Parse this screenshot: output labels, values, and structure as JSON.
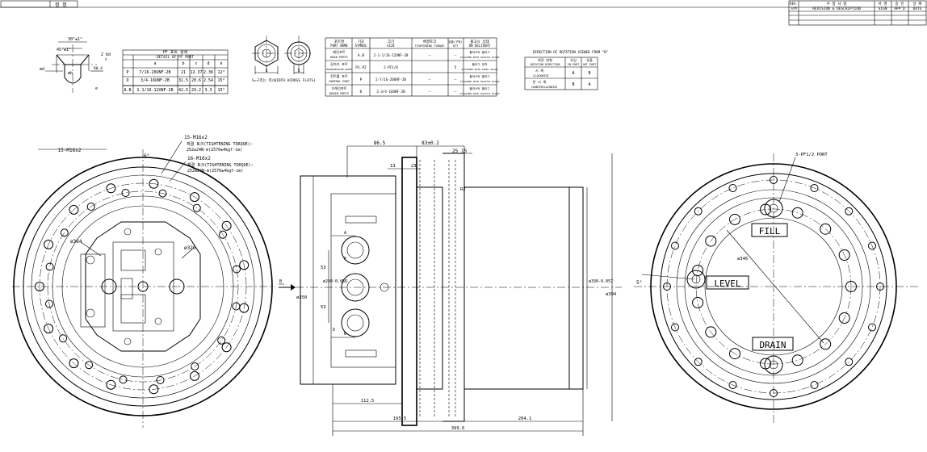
{
  "title_box": {
    "left_label": "",
    "right_label": "정 정"
  },
  "rev_block": {
    "headers": [
      {
        "top": "REV.",
        "bottom": "SYM"
      },
      {
        "top": "수 정 사 항",
        "bottom": "REVISION & DESCRIPTION"
      },
      {
        "top": "서 명",
        "bottom": "SIGN"
      },
      {
        "top": "승 인",
        "bottom": "APP'D"
      },
      {
        "top": "날 짜",
        "bottom": "DATE"
      }
    ]
  },
  "port_detail": {
    "dims": {
      "angle": "30°±1°",
      "chamfer": "45°±1°",
      "d1": "ød",
      "d2": "øb",
      "r1": "R0.4",
      "r2": "2 bd",
      "c": "c",
      "e": "e"
    },
    "title_kr": "PF 포트 상세",
    "title_en": "DETAIL OF PF PORT",
    "columns": [
      "",
      "a",
      "b",
      "c",
      "d",
      "e"
    ],
    "rows": [
      [
        "P",
        "7/16-20UNF-2B",
        "21",
        "12.37",
        "2.36",
        "12°"
      ],
      [
        "D",
        "3/4-16UNF-2B",
        "31.5",
        "20.6",
        "2.54",
        "15°"
      ],
      [
        "A.B",
        "1-1/16-12UNF-2B",
        "42.5",
        "29.2",
        "3.3",
        "15°"
      ]
    ]
  },
  "plug_icons": {
    "label_s": "S",
    "caption": "S=구리는 폭(WIDTH ACROSS FLATS)"
  },
  "port_table": {
    "columns": [
      {
        "kr": "포트명",
        "en": "PORT NAME"
      },
      {
        "kr": "기호",
        "en": "SYMBOL"
      },
      {
        "kr": "크기",
        "en": "SIZE"
      },
      {
        "kr": "체결토크",
        "en": "TIGHTENING TORQUE"
      },
      {
        "kr": "효율(구멍)",
        "en": "QTY"
      },
      {
        "kr": "출고시 상태",
        "en": "ON DELIVERY"
      }
    ],
    "rows": [
      {
        "name_kr": "메인포트",
        "name_en": "MAIN PORTS",
        "symbol": "A.B",
        "size": "2-1-1/16-12UNF-2B",
        "torque": "—",
        "qty": "—",
        "delivery_kr": "플라스틱 플러그",
        "delivery_en": "ATTACHED WITH PLASTIC PLUGS"
      },
      {
        "name_kr": "감속기 포트",
        "name_en": "TRANSMISSION PORTS",
        "symbol": "P1.P2",
        "size": "2-PF1/8",
        "torque": "",
        "qty": "5",
        "delivery_kr": "플러그 장착",
        "delivery_en": "ATTACHED WITH STEEL PLUGS"
      },
      {
        "name_kr": "컨트롤 포트",
        "name_en": "CONTROL PORT",
        "symbol": "P",
        "size": "2-7/16-20UNF-2B",
        "torque": "—",
        "qty": "—",
        "delivery_kr": "플라스틱 플러그",
        "delivery_en": "ATTACHED WITH PLASTIC PLUGS"
      },
      {
        "name_kr": "드레인포트",
        "name_en": "DRAIN PORTS",
        "symbol": "D",
        "size": "2-3/4-16UNF-2B",
        "torque": "—",
        "qty": "—",
        "delivery_kr": "플라스틱 플러그",
        "delivery_en": "ATTACHED WITH PLASTIC PLUGS"
      }
    ]
  },
  "rotation_table": {
    "title": "DIRECTION OF ROTATION VIEWED FROM \"B\"",
    "headers": [
      {
        "kr": "회전 방향",
        "en": "ROTATION DIRECTION"
      },
      {
        "kr": "유입",
        "en": "IN PORT"
      },
      {
        "kr": "유출",
        "en": "OUT PORT"
      }
    ],
    "rows": [
      {
        "kr": "시 계",
        "en": "CLOCKWISE",
        "in": "A",
        "out": "B"
      },
      {
        "kr": "반 시 계",
        "en": "COUNTERCLOCKWISE",
        "in": "B",
        "out": "A"
      }
    ]
  },
  "front_view": {
    "bolt_a": "15-M16x2",
    "bolt_a2": "15-M16x2",
    "torque_a_kr": "체결 토크(TIGHTENING TORQUE):",
    "torque_a_val": "252±24N-m(2570±4kgf-cm)",
    "bolt_b": "16-M16x2",
    "torque_b_kr": "체결 토크(TIGHTENING TORQUE):",
    "torque_b_val": "252±24N-m(2570±4kgf-cm)",
    "angle": "6°",
    "dia_outer": "ø364",
    "dia_inner": "ø320"
  },
  "side_view": {
    "dim_top1": "86.5",
    "dim_top2": "83±0.2",
    "dim_25": "25",
    "dim_15": "15",
    "dim_13": "13",
    "dim_23": "23",
    "dim_r2": "R2",
    "label_a": "A",
    "label_b": "B",
    "label_p": "P",
    "label_d": "D",
    "dim_53a": "53",
    "dim_53b": "53",
    "dim_290": "ø290-0.056",
    "dim_350": "ø350",
    "dim_330": "ø330-0.057",
    "dim_394": "ø394",
    "dim_112": "112.5",
    "dim_195": "195.5",
    "dim_204": "204.1",
    "dim_399": "399.6",
    "view_arrow": "B"
  },
  "rear_view": {
    "port_note": "3-PF1/2 PORT",
    "fill": "FILL",
    "level": "LEVEL",
    "drain": "DRAIN",
    "dia": "ø346",
    "angle": "5°"
  }
}
